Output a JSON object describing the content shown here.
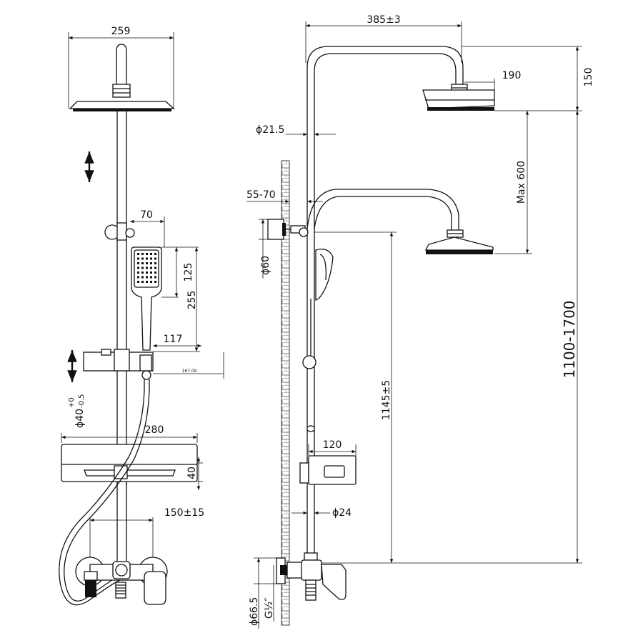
{
  "dimensions": {
    "head_width": "259",
    "bracket_depth": "70",
    "handheld_length": "125",
    "handheld_offset": "255",
    "slider_width": "117",
    "slider_small": "167.09",
    "pole_dia": "ϕ40",
    "pole_tol_upper": "+0",
    "pole_tol_lower": "-0.5",
    "shelf_width": "280",
    "shelf_height": "40",
    "valve_centers": "150±15",
    "arm_reach": "385±3",
    "side_head_dia": "190",
    "head_drop": "150",
    "tube_dia": "ϕ21.5",
    "wall_gap": "55-70",
    "bracket_dia": "ϕ60",
    "max_adjust": "Max 600",
    "overall_height": "1100-1700",
    "side_height": "1145±5",
    "side_shelf_width": "120",
    "lower_pipe_dia": "ϕ24",
    "flange_dia": "ϕ66.5",
    "thread": "G½″"
  }
}
